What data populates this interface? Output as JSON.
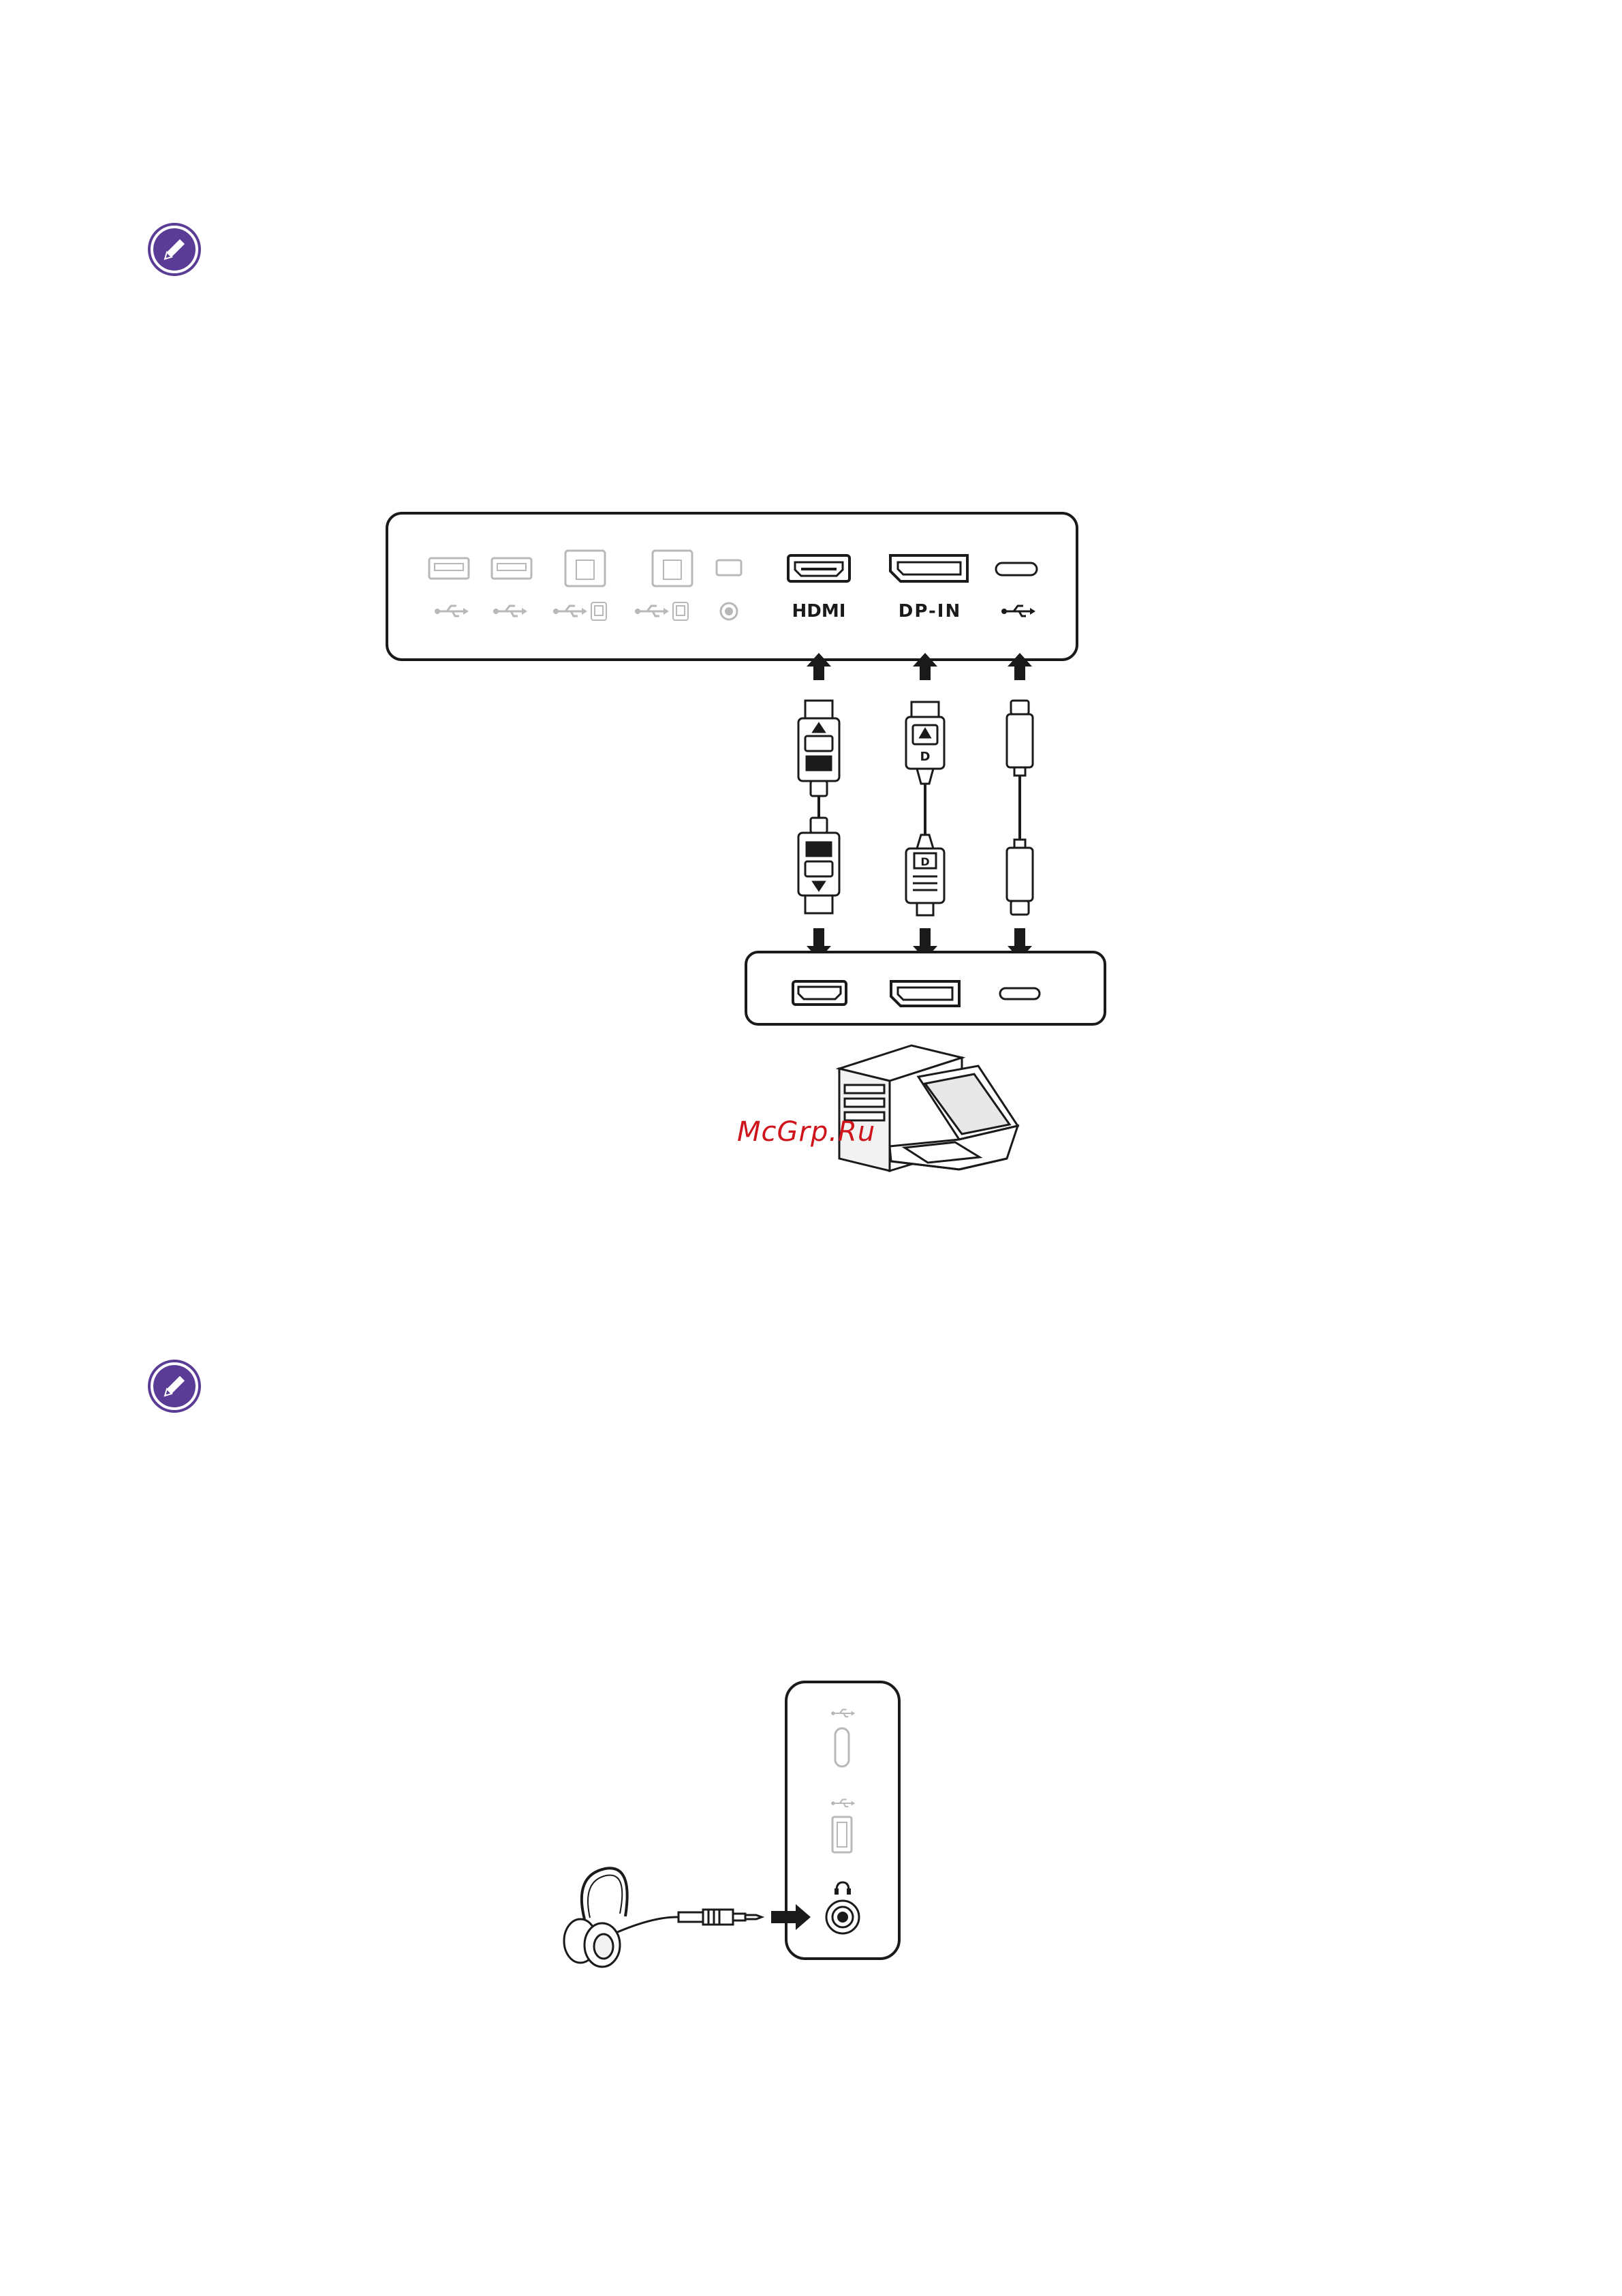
{
  "colors": {
    "note_icon": "#5a3c96",
    "watermark": "#d0141c",
    "line": "#1a1a1a",
    "faded": "#b8b8b8"
  },
  "icons": [
    "pencil-note-icon",
    "usb-symbol-icon",
    "headphone-symbol-icon"
  ],
  "monitor_panel": {
    "hdmi_label": "HDMI",
    "dp_label": "DP-IN"
  },
  "watermark": "McGrp.Ru"
}
